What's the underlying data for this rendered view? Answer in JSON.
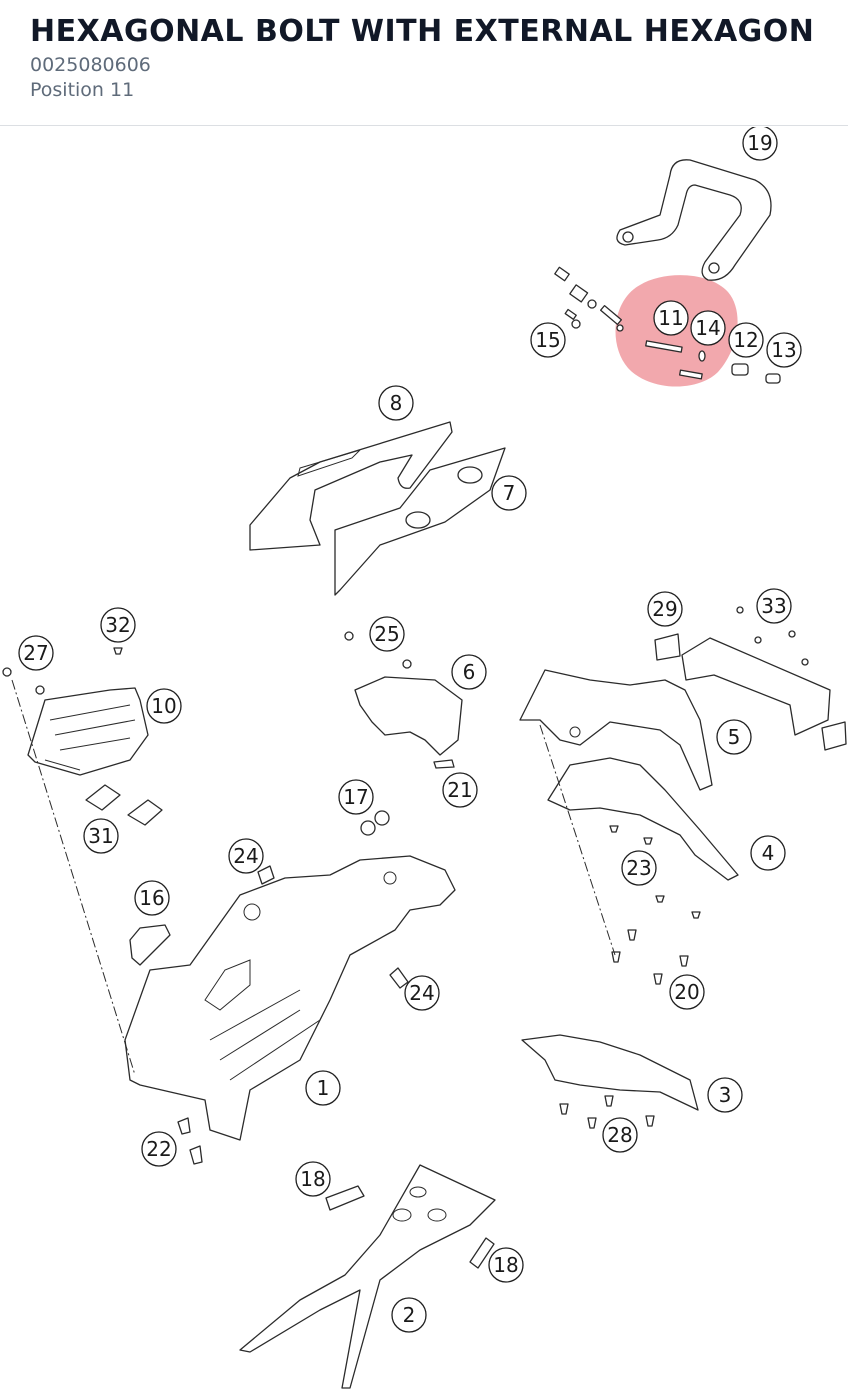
{
  "header": {
    "title": "HEXAGONAL BOLT WITH EXTERNAL HEXAGON WI",
    "part_number": "0025080606",
    "position": "Position 11"
  },
  "highlight": {
    "color": "#e8606a",
    "position_number": "11"
  },
  "callouts": [
    {
      "id": "c19",
      "label": "19"
    },
    {
      "id": "c11",
      "label": "11"
    },
    {
      "id": "c14",
      "label": "14"
    },
    {
      "id": "c15",
      "label": "15"
    },
    {
      "id": "c12",
      "label": "12"
    },
    {
      "id": "c13",
      "label": "13"
    },
    {
      "id": "c8",
      "label": "8"
    },
    {
      "id": "c7",
      "label": "7"
    },
    {
      "id": "c32",
      "label": "32"
    },
    {
      "id": "c27",
      "label": "27"
    },
    {
      "id": "c10",
      "label": "10"
    },
    {
      "id": "c25",
      "label": "25"
    },
    {
      "id": "c6",
      "label": "6"
    },
    {
      "id": "c29",
      "label": "29"
    },
    {
      "id": "c33",
      "label": "33"
    },
    {
      "id": "c5",
      "label": "5"
    },
    {
      "id": "c21",
      "label": "21"
    },
    {
      "id": "c17",
      "label": "17"
    },
    {
      "id": "c31",
      "label": "31"
    },
    {
      "id": "c24a",
      "label": "24"
    },
    {
      "id": "c4",
      "label": "4"
    },
    {
      "id": "c23",
      "label": "23"
    },
    {
      "id": "c16",
      "label": "16"
    },
    {
      "id": "c24b",
      "label": "24"
    },
    {
      "id": "c20",
      "label": "20"
    },
    {
      "id": "c1",
      "label": "1"
    },
    {
      "id": "c3",
      "label": "3"
    },
    {
      "id": "c22",
      "label": "22"
    },
    {
      "id": "c28",
      "label": "28"
    },
    {
      "id": "c18a",
      "label": "18"
    },
    {
      "id": "c18b",
      "label": "18"
    },
    {
      "id": "c2",
      "label": "2"
    }
  ]
}
